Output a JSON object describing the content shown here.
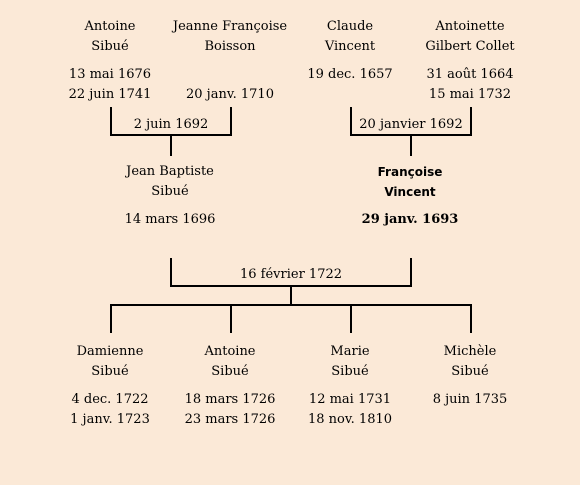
{
  "grandparents_paternal": {
    "husband": {
      "first": "Antoine",
      "last": "Sibué",
      "born": "13 mai 1676",
      "died": "22 juin 1741"
    },
    "wife": {
      "first": "Jeanne Françoise",
      "last": "Boisson",
      "born": "",
      "died": "20 janv. 1710"
    },
    "marriage": "2 juin 1692"
  },
  "grandparents_maternal": {
    "husband": {
      "first": "Claude",
      "last": "Vincent",
      "born": "19 dec. 1657",
      "died": ""
    },
    "wife": {
      "first": "Antoinette",
      "last": "Gilbert Collet",
      "born": "31 août 1664",
      "died": "15 mai 1732"
    },
    "marriage": "20 janvier 1692"
  },
  "parents": {
    "father": {
      "first": "Jean Baptiste",
      "last": "Sibué",
      "born": "14 mars 1696"
    },
    "mother": {
      "first": "Françoise",
      "last": "Vincent",
      "born": "29 janv. 1693"
    },
    "marriage": "16 février 1722"
  },
  "children": [
    {
      "first": "Damienne",
      "last": "Sibué",
      "born": "4 dec. 1722",
      "died": "1 janv. 1723"
    },
    {
      "first": "Antoine",
      "last": "Sibué",
      "born": "18 mars 1726",
      "died": "23 mars 1726"
    },
    {
      "first": "Marie",
      "last": "Sibué",
      "born": "12 mai 1731",
      "died": "18 nov. 1810"
    },
    {
      "first": "Michèle",
      "last": "Sibué",
      "born": "8 juin 1735",
      "died": ""
    }
  ]
}
